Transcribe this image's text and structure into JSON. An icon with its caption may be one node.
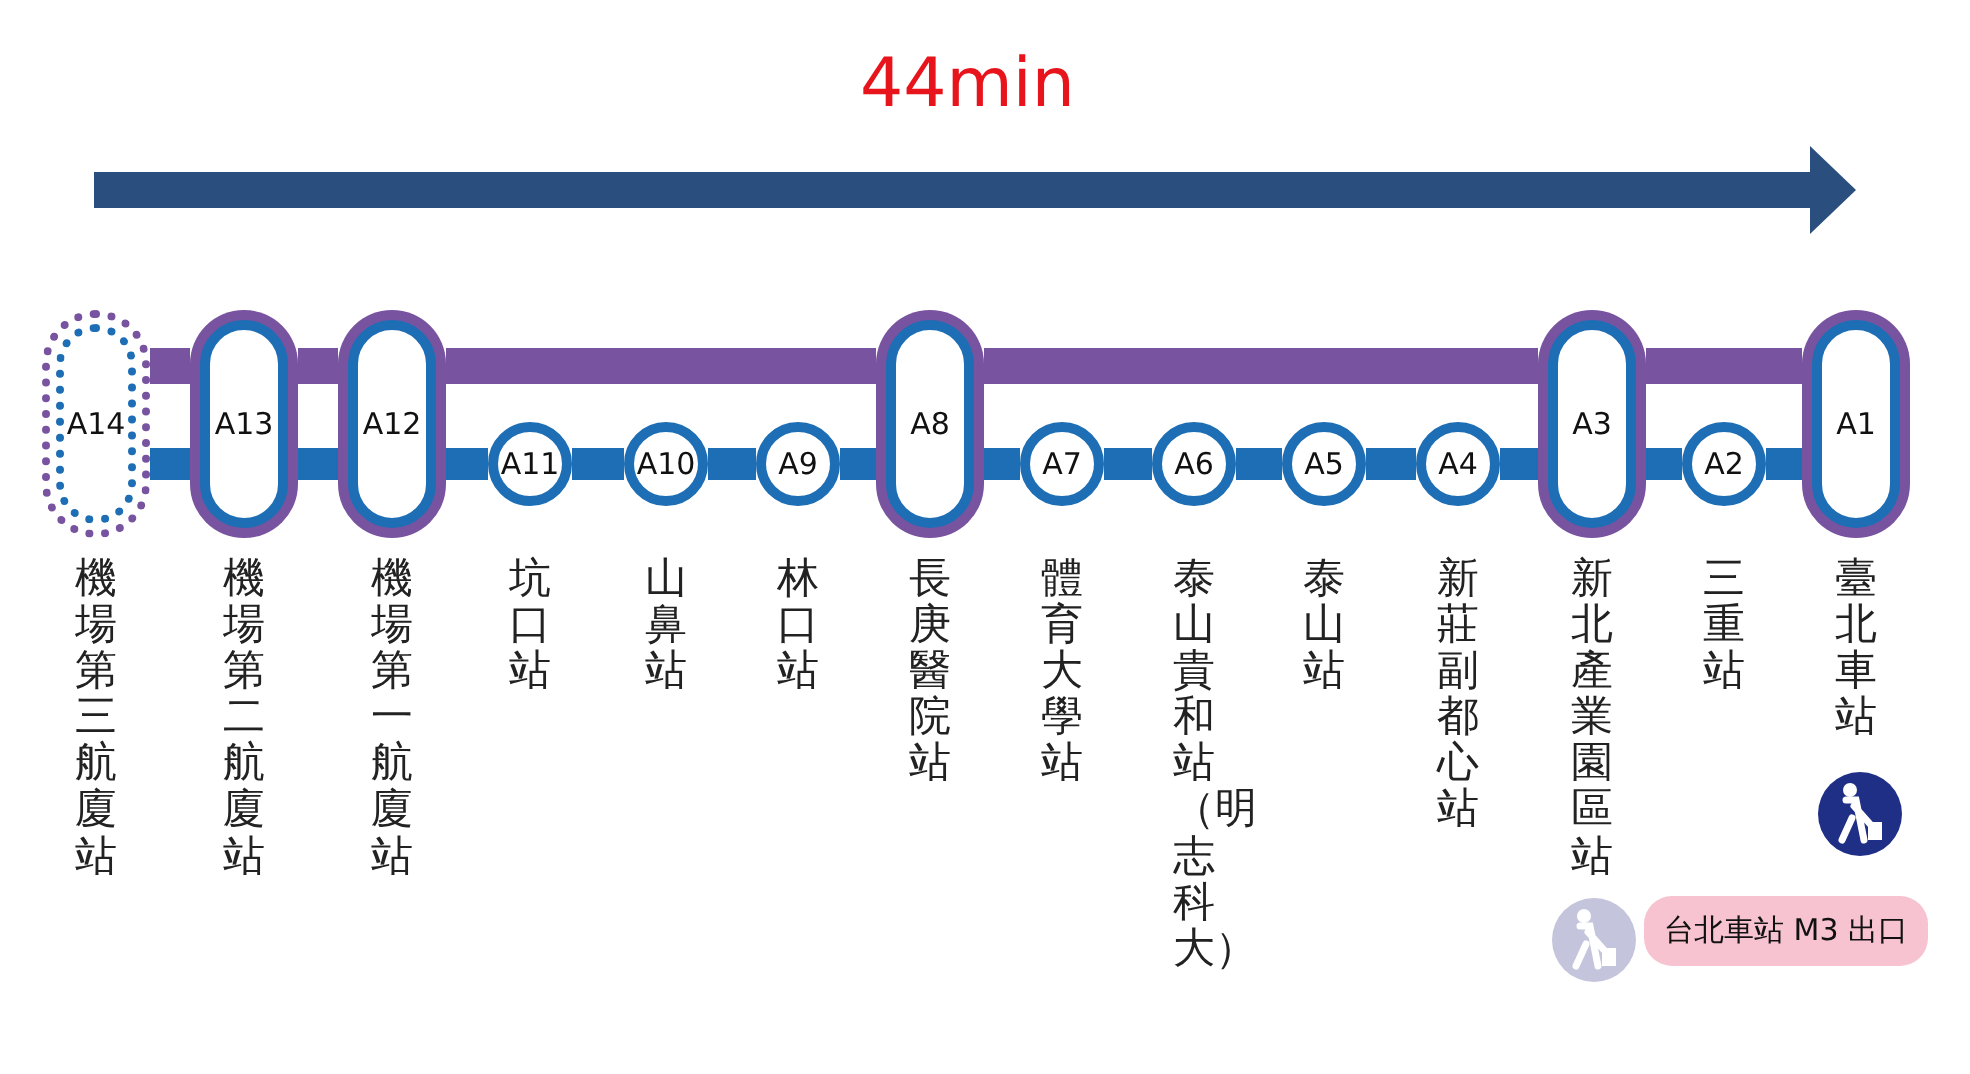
{
  "diagram": {
    "nodes": [
      {
        "text": [
          "A14"
        ],
        "beside": [
          "機場第三航廈站"
        ]
      },
      {
        "text": [
          "A13"
        ],
        "beside": [
          "機場第二航廈站"
        ]
      },
      {
        "text": [
          "A12"
        ],
        "beside": [
          "機場第一航廈站"
        ]
      },
      {
        "text": [
          "A11"
        ],
        "beside": [
          "坑口站"
        ]
      },
      {
        "text": [
          "A10"
        ],
        "beside": [
          "山鼻站"
        ]
      },
      {
        "text": [
          "A9"
        ],
        "beside": [
          "林口站"
        ]
      },
      {
        "text": [
          "A8"
        ],
        "beside": [
          "長庚醫院站"
        ]
      },
      {
        "text": [
          "A7"
        ],
        "beside": [
          "體育大學站"
        ]
      },
      {
        "text": [
          "A6"
        ],
        "beside": [
          "泰山貴和站（明志科大）"
        ]
      },
      {
        "text": [
          "A5"
        ],
        "beside": [
          "泰山站"
        ]
      },
      {
        "text": [
          "A4"
        ],
        "beside": [
          "新莊副都心站"
        ]
      },
      {
        "text": [
          "A3"
        ],
        "beside": [
          "新北產業園區站"
        ]
      },
      {
        "text": [
          "A2"
        ],
        "beside": [
          "三重站"
        ]
      },
      {
        "text": [
          "A1"
        ],
        "beside": [
          "臺北車站"
        ]
      },
      {
        "text": [
          "台北車站 M3 出口"
        ]
      }
    ],
    "edges": [
      {
        "from": 0,
        "to": 1,
        "arrow": "none"
      },
      {
        "from": 1,
        "to": 2,
        "arrow": "none"
      },
      {
        "from": 2,
        "to": 3,
        "arrow": "none"
      },
      {
        "from": 3,
        "to": 4,
        "arrow": "none"
      },
      {
        "from": 4,
        "to": 5,
        "arrow": "none"
      },
      {
        "from": 5,
        "to": 6,
        "arrow": "none"
      },
      {
        "from": 6,
        "to": 7,
        "arrow": "none"
      },
      {
        "from": 7,
        "to": 8,
        "arrow": "none"
      },
      {
        "from": 8,
        "to": 9,
        "arrow": "none"
      },
      {
        "from": 9,
        "to": 10,
        "arrow": "none"
      },
      {
        "from": 10,
        "to": 11,
        "arrow": "none"
      },
      {
        "from": 11,
        "to": 12,
        "arrow": "none"
      },
      {
        "from": 12,
        "to": 13,
        "arrow": "none"
      },
      {
        "from": 0,
        "to": 1,
        "arrow": "none",
        "color": "#7853a0"
      },
      {
        "from": 1,
        "to": 2,
        "arrow": "none",
        "color": "#7853a0"
      },
      {
        "from": 2,
        "to": 6,
        "arrow": "none",
        "color": "#7853a0"
      },
      {
        "from": 6,
        "to": 11,
        "arrow": "none",
        "color": "#7853a0"
      },
      {
        "from": 11,
        "to": 13,
        "arrow": "none",
        "color": "#7853a0"
      }
    ],
    "labels": [
      "44min"
    ]
  }
}
